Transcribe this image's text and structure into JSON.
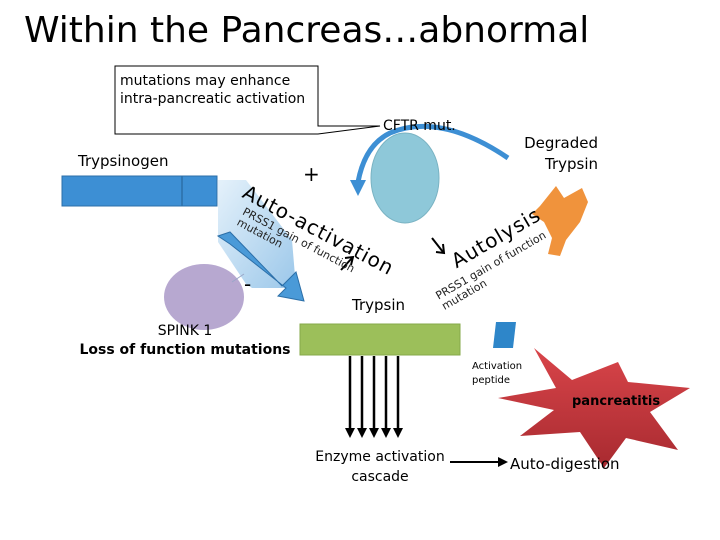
{
  "title": "Within the Pancreas…abnormal",
  "callout": {
    "line1": "mutations may enhance",
    "line2": "intra-pancreatic activation"
  },
  "labels": {
    "cftr": "CFTR mut.",
    "degraded_line1": "Degraded",
    "degraded_line2": "Trypsin",
    "trypsinogen": "Trypsinogen",
    "plus": "+",
    "minus": "-",
    "auto_activation": "Auto-activation",
    "prss1_left_line1": "PRSS1 gain of function",
    "prss1_left_line2": "mutation",
    "autolysis": "Autolysis",
    "prss1_right_line1": "PRSS1 gain of function",
    "prss1_right_line2": "mutation",
    "trypsin": "Trypsin",
    "spink_name": "SPINK 1",
    "spink_desc": "Loss of function mutations",
    "activation_line1": "Activation",
    "activation_line2": "peptide",
    "pancreatitis": "pancreatitis",
    "cascade_line1": "Enzyme activation",
    "cascade_line2": "cascade",
    "autodigestion": "Auto-digestion"
  },
  "colors": {
    "trypsinogen_bar": "#3d8fd4",
    "cftr_oval": "#8ec8d9",
    "spink_oval": "#b7a8d0",
    "trypsin_bar": "#9cbf5a",
    "degraded_shape": "#f0933c",
    "pancreatitis_star": "#c0393f",
    "activation_peptide": "#2e86c9"
  }
}
